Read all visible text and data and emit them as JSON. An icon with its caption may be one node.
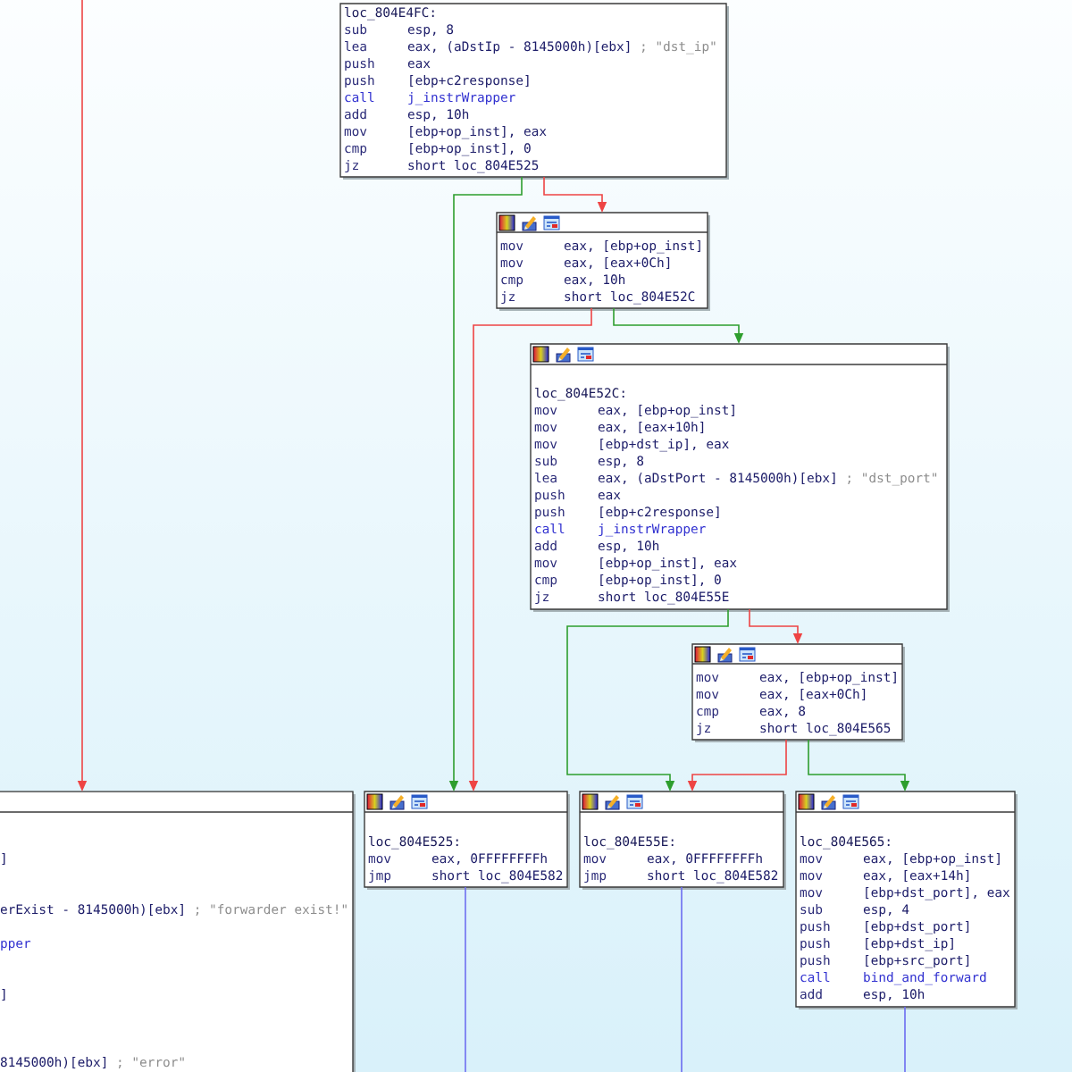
{
  "diagram": {
    "nodes": [
      {
        "text": [
          "loc_804E4FC:",
          "sub",
          "esp, 8",
          "lea",
          "eax, (aDstIp - 8145000h)[ebx]",
          "; \"dst_ip\"",
          "push",
          "eax",
          "push",
          "[ebp+c2response]",
          "call",
          "j_instrWrapper",
          "add",
          "esp, 10h",
          "mov",
          "[ebp+op_inst], eax",
          "cmp",
          "[ebp+op_inst], 0",
          "jz",
          "short loc_804E525"
        ]
      },
      {
        "text": [
          "mov",
          "eax, [ebp+op_inst]",
          "mov",
          "eax, [eax+0Ch]",
          "cmp",
          "eax, 10h",
          "jz",
          "short loc_804E52C"
        ]
      },
      {
        "text": [
          "loc_804E52C:",
          "mov",
          "eax, [ebp+op_inst]",
          "mov",
          "eax, [eax+10h]",
          "mov",
          "[ebp+dst_ip], eax",
          "sub",
          "esp, 8",
          "lea",
          "eax, (aDstPort - 8145000h)[ebx]",
          "; \"dst_port\"",
          "push",
          "eax",
          "push",
          "[ebp+c2response]",
          "call",
          "j_instrWrapper",
          "add",
          "esp, 10h",
          "mov",
          "[ebp+op_inst], eax",
          "cmp",
          "[ebp+op_inst], 0",
          "jz",
          "short loc_804E55E"
        ]
      },
      {
        "text": [
          "mov",
          "eax, [ebp+op_inst]",
          "mov",
          "eax, [eax+0Ch]",
          "cmp",
          "eax, 8",
          "jz",
          "short loc_804E565"
        ]
      },
      {
        "text": [
          "]",
          "erExist - 8145000h)[ebx]",
          "; \"forwarder exist!\"",
          "pper",
          "]",
          "8145000h)[ebx]",
          "; \"error\""
        ]
      },
      {
        "text": [
          "loc_804E525:",
          "mov",
          "eax, 0FFFFFFFFh",
          "jmp",
          "short loc_804E582"
        ]
      },
      {
        "text": [
          "loc_804E55E:",
          "mov",
          "eax, 0FFFFFFFFh",
          "jmp",
          "short loc_804E582"
        ]
      },
      {
        "text": [
          "loc_804E565:",
          "mov",
          "eax, [ebp+op_inst]",
          "mov",
          "eax, [eax+14h]",
          "mov",
          "[ebp+dst_port], eax",
          "sub",
          "esp, 4",
          "push",
          "[ebp+dst_port]",
          "push",
          "[ebp+dst_ip]",
          "push",
          "[ebp+src_port]",
          "call",
          "bind_and_forward",
          "add",
          "esp, 10h"
        ]
      }
    ],
    "edges": [
      {
        "from": null,
        "to": 4,
        "arrow": "to"
      },
      {
        "from": 0,
        "to": 5,
        "arrow": "to",
        "color": "#2e9e2e"
      },
      {
        "from": 0,
        "to": 1,
        "arrow": "to"
      },
      {
        "from": 1,
        "to": 5,
        "arrow": "to"
      },
      {
        "from": 1,
        "to": 2,
        "arrow": "to",
        "color": "#2e9e2e"
      },
      {
        "from": 2,
        "to": 6,
        "arrow": "to",
        "color": "#2e9e2e"
      },
      {
        "from": 2,
        "to": 3,
        "arrow": "to"
      },
      {
        "from": 3,
        "to": 6,
        "arrow": "to"
      },
      {
        "from": 3,
        "to": 7,
        "arrow": "to",
        "color": "#2e9e2e"
      },
      {
        "from": 5,
        "to": null,
        "arrow": "none",
        "color": "#6b6bf0"
      },
      {
        "from": 6,
        "to": null,
        "arrow": "none",
        "color": "#6b6bf0"
      },
      {
        "from": 7,
        "to": null,
        "arrow": "none",
        "color": "#6b6bf0"
      }
    ]
  }
}
